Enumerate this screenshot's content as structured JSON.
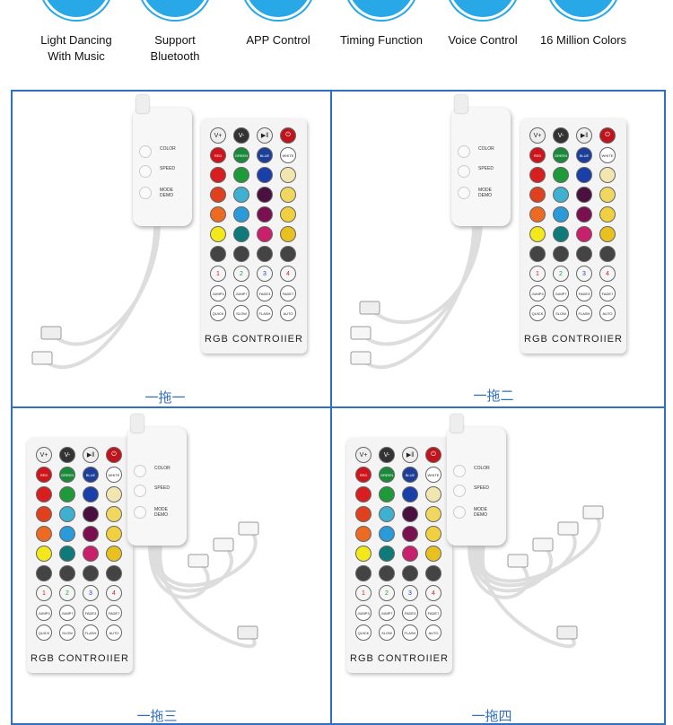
{
  "features": [
    {
      "label": "Light Dancing\nWith Music",
      "icon": "music-icon"
    },
    {
      "label": "Support\nBluetooth",
      "icon": "bluetooth-icon"
    },
    {
      "label": "APP Control",
      "icon": "app-icon"
    },
    {
      "label": "Timing Function",
      "icon": "clock-icon"
    },
    {
      "label": "Voice Control",
      "icon": "microphone-icon"
    },
    {
      "label": "16 Million Colors",
      "icon": "color-wheel-icon"
    }
  ],
  "panels": [
    {
      "caption": "一拖一",
      "outputs": 1
    },
    {
      "caption": "一拖二",
      "outputs": 2
    },
    {
      "caption": "一拖三",
      "outputs": 3
    },
    {
      "caption": "一拖四",
      "outputs": 4
    }
  ],
  "remote": {
    "title": "RGB CONTROIIER",
    "rows": [
      [
        {
          "t": "V+",
          "c": "#eee",
          "f": "#222"
        },
        {
          "t": "V-",
          "c": "#333",
          "f": "#fff"
        },
        {
          "t": "▶‖",
          "c": "#eee",
          "f": "#222"
        },
        {
          "t": "⏻",
          "c": "#c0141c",
          "f": "#fff"
        }
      ],
      [
        {
          "t": "RED",
          "c": "#d0141c"
        },
        {
          "t": "GREEN",
          "c": "#1a8a3a"
        },
        {
          "t": "BLUE",
          "c": "#1d3f9a"
        },
        {
          "t": "WHITE",
          "c": "#fff",
          "f": "#222"
        }
      ],
      [
        {
          "c": "#d81e1e"
        },
        {
          "c": "#1f9a3a"
        },
        {
          "c": "#1b3fa8"
        },
        {
          "c": "#f2e6b0"
        }
      ],
      [
        {
          "c": "#e0401e"
        },
        {
          "c": "#3fb0d0"
        },
        {
          "c": "#4a1040"
        },
        {
          "c": "#f0d860"
        }
      ],
      [
        {
          "c": "#ec6a22"
        },
        {
          "c": "#2a9ad8"
        },
        {
          "c": "#7a1050"
        },
        {
          "c": "#f0d040"
        }
      ],
      [
        {
          "c": "#f2e81a"
        },
        {
          "c": "#0f7a7a"
        },
        {
          "c": "#c8206a"
        },
        {
          "c": "#e8c020"
        }
      ],
      [
        {
          "c": "#444"
        },
        {
          "c": "#444"
        },
        {
          "c": "#444"
        },
        {
          "c": "#444"
        }
      ],
      [
        {
          "t": "1",
          "c": "#f5f5f5",
          "f": "#d02020"
        },
        {
          "t": "2",
          "c": "#f5f5f5",
          "f": "#20a040"
        },
        {
          "t": "3",
          "c": "#f5f5f5",
          "f": "#2040c0"
        },
        {
          "t": "4",
          "c": "#f5f5f5",
          "f": "#d02020"
        }
      ],
      [
        {
          "t": "JUMP3",
          "c": "#fff",
          "f": "#222"
        },
        {
          "t": "JUMP7",
          "c": "#fff",
          "f": "#222"
        },
        {
          "t": "FADE3",
          "c": "#fff",
          "f": "#222"
        },
        {
          "t": "FADE7",
          "c": "#fff",
          "f": "#222"
        }
      ],
      [
        {
          "t": "QUICK",
          "c": "#fff",
          "f": "#222"
        },
        {
          "t": "SLOW",
          "c": "#fff",
          "f": "#222"
        },
        {
          "t": "FLASH",
          "c": "#fff",
          "f": "#222"
        },
        {
          "t": "AUTO",
          "c": "#fff",
          "f": "#222"
        }
      ]
    ]
  },
  "controller": {
    "color": "COLOR",
    "speed": "SPEED",
    "mode": "MODE\nDEMO"
  },
  "colors": {
    "accent": "#2f6fc4",
    "icon_bg": "#29a8e8"
  }
}
